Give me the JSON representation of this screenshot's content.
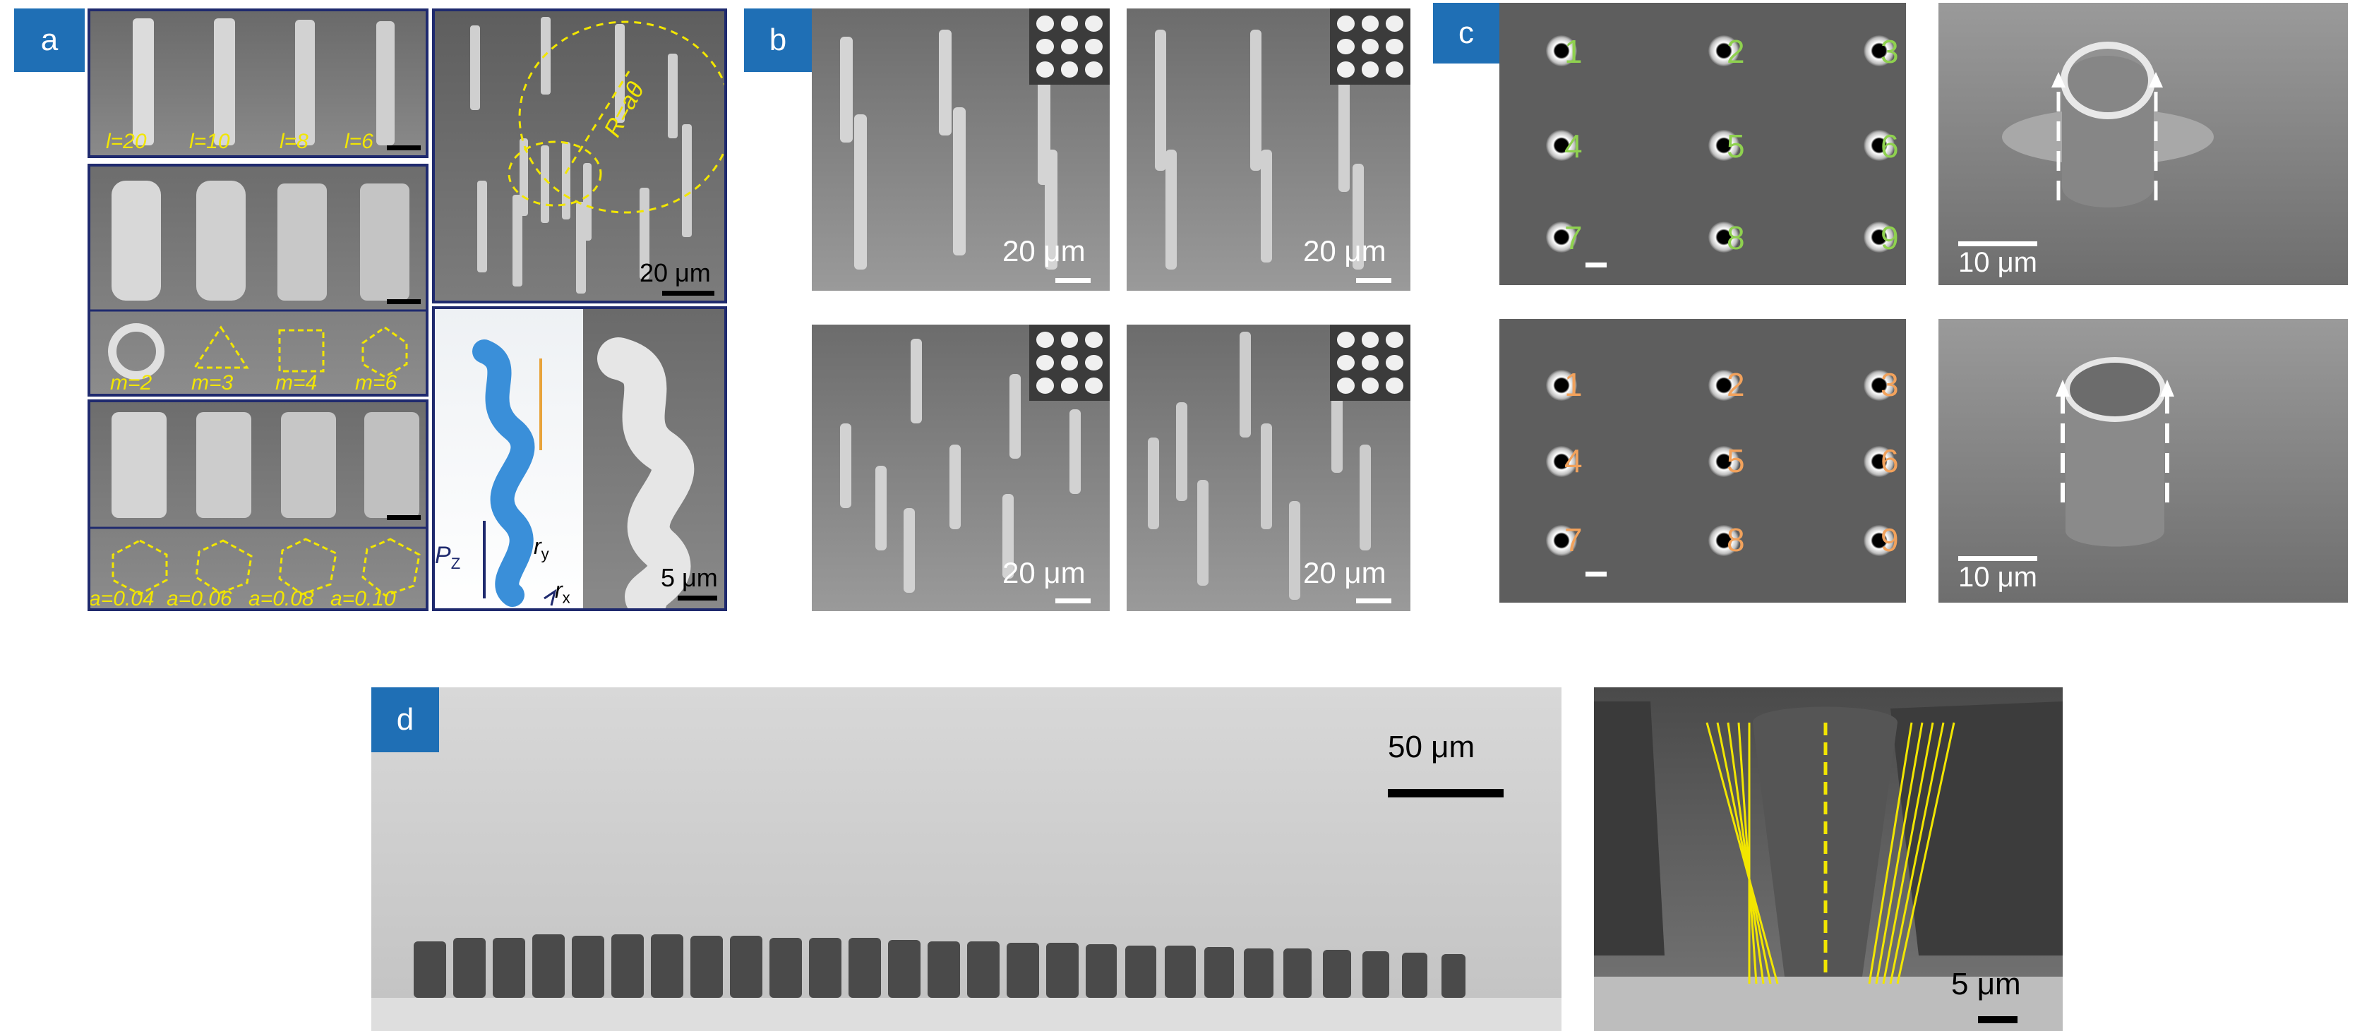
{
  "panels": {
    "a": {
      "tag": "a",
      "row1_labels": [
        "l=20",
        "l=10",
        "l=8",
        "l=6"
      ],
      "row2_labels": [
        "m=2",
        "m=3",
        "m=4",
        "m=6"
      ],
      "row3_labels": [
        "a=0.04",
        "a=0.06",
        "a=0.08",
        "a=0.10"
      ],
      "spiral_label": "R=aθ",
      "spiral_scale": "20 μm",
      "helix_scale": "5 μm",
      "schematic_labels": {
        "pz": "P",
        "pz_sub": "Z",
        "ry": "r",
        "ry_sub": "y",
        "rx": "r",
        "rx_sub": "x"
      }
    },
    "b": {
      "tag": "b",
      "scales": [
        "20 μm",
        "20 μm",
        "20 μm",
        "20 μm"
      ]
    },
    "c": {
      "tag": "c",
      "top_numbers": [
        "1",
        "2",
        "3",
        "4",
        "5",
        "6",
        "7",
        "8",
        "9"
      ],
      "bottom_numbers": [
        "1",
        "2",
        "3",
        "4",
        "5",
        "6",
        "7",
        "8",
        "9"
      ],
      "top_color": "#8fd14f",
      "bottom_color": "#f2a25c",
      "top_scale": "10 μm",
      "bottom_scale": "10 μm"
    },
    "d": {
      "tag": "d",
      "wide_scale": "50 μm",
      "close_scale": "5 μm"
    }
  },
  "colors": {
    "tag_blue": "#1f6fb5",
    "frame_navy": "#1f2a6e",
    "annotation_yellow": "#f2e600"
  }
}
